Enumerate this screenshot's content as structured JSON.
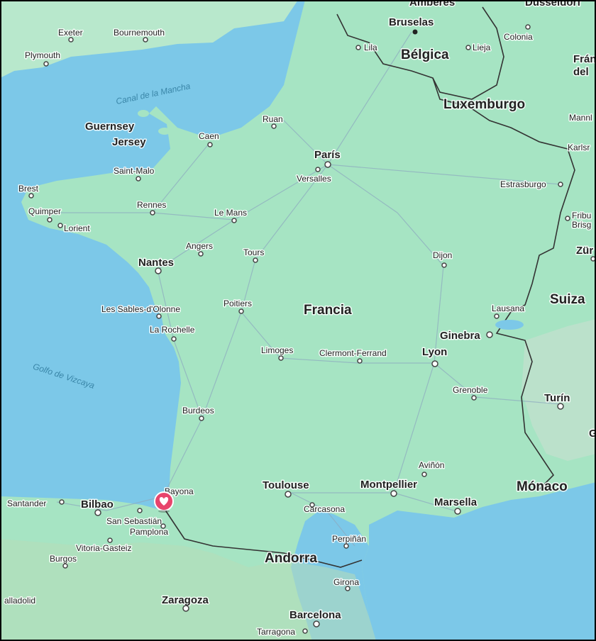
{
  "colors": {
    "water": "#7cc8e8",
    "land": "#a6e4c3",
    "land_north": "#b8e8cc",
    "border": "#333333",
    "road": "#8da9bf",
    "pin": "#e8446c"
  },
  "pin_icon": "heart-pin-icon",
  "labels": {
    "amberes": "Amberes",
    "dusseldorf": "Düsseldorf",
    "bruselas": "Bruselas",
    "exeter": "Exeter",
    "bournemouth": "Bournemouth",
    "colonia": "Colonia",
    "plymouth": "Plymouth",
    "lila": "Lila",
    "lieja": "Lieja",
    "belgica": "Bélgica",
    "fran_del_1": "Frán",
    "fran_del_2": "del",
    "canal_mancha": "Canal de la Mancha",
    "luxemburgo": "Luxemburgo",
    "mann": "Mannl",
    "guernsey": "Guernsey",
    "jersey": "Jersey",
    "ruan": "Ruan",
    "caen": "Caen",
    "karls": "Karlsr",
    "paris": "París",
    "versalles": "Versalles",
    "saint_malo": "Saint-Malo",
    "brest": "Brest",
    "estrasburgo": "Estrasburgo",
    "rennes": "Rennes",
    "quimper": "Quimper",
    "le_mans": "Le Mans",
    "fribu_1": "Fribu",
    "fribu_2": "Brisg",
    "lorient": "Lorient",
    "angers": "Angers",
    "tours": "Tours",
    "zur": "Zür",
    "nantes": "Nantes",
    "dijon": "Dijon",
    "suiza": "Suiza",
    "poitiers": "Poitiers",
    "sables": "Les Sables-d'Olonne",
    "francia": "Francia",
    "lausana": "Lausana",
    "la_rochelle": "La Rochelle",
    "ginebra": "Ginebra",
    "limoges": "Limoges",
    "clermont": "Clermont-Ferrand",
    "lyon": "Lyon",
    "golfo_vizcaya": "Golfo de Vizcaya",
    "grenoble": "Grenoble",
    "turin": "Turín",
    "g_edge": "G",
    "burdeos": "Burdeos",
    "avinon": "Aviñón",
    "toulouse": "Toulouse",
    "montpellier": "Montpellier",
    "monaco": "Mónaco",
    "bayona": "Bayona",
    "santander": "Santander",
    "bilbao": "Bilbao",
    "marsella": "Marsella",
    "carcasona": "Carcasona",
    "san_sebastian": "San Sebastián",
    "pamplona": "Pamplona",
    "perpinan": "Perpiñán",
    "vitoria": "Vitoria-Gasteiz",
    "burgos": "Burgos",
    "andorra": "Andorra",
    "girona": "Girona",
    "valladolid": "alladolid",
    "zaragoza": "Zaragoza",
    "barcelona": "Barcelona",
    "tarragona": "Tarragona"
  }
}
